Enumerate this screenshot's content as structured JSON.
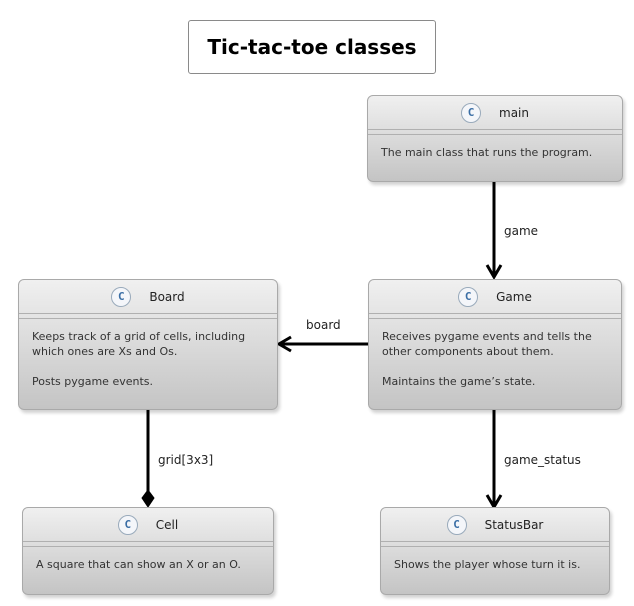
{
  "title": "Tic-tac-toe classes",
  "class_icon_letter": "C",
  "classes": {
    "main": {
      "name": "main",
      "body": [
        "The main class that runs the program."
      ]
    },
    "game": {
      "name": "Game",
      "body": [
        "Receives pygame events and tells the other components about them.",
        "Maintains the game’s state."
      ]
    },
    "board": {
      "name": "Board",
      "body": [
        "Keeps track of a grid of cells, including which ones are Xs and Os.",
        "Posts pygame events."
      ]
    },
    "cell": {
      "name": "Cell",
      "body": [
        "A square that can show an X or an O."
      ]
    },
    "status": {
      "name": "StatusBar",
      "body": [
        "Shows the player whose turn it is."
      ]
    }
  },
  "relations": {
    "main_game": "game",
    "game_board": "board",
    "board_cell": "grid[3x3]",
    "game_status": "game_status"
  },
  "colors": {
    "line": "#000000",
    "icon_text": "#3a6ea5"
  }
}
